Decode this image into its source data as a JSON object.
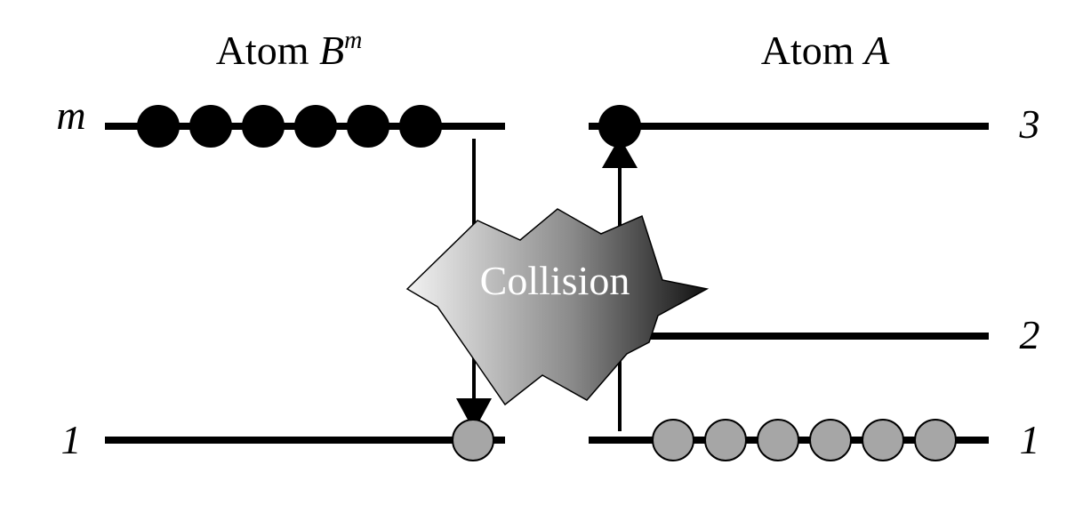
{
  "titles": {
    "left_prefix": "Atom ",
    "left_symbol": "B",
    "left_superscript": "m",
    "right_prefix": "Atom ",
    "right_symbol": "A"
  },
  "levels": {
    "left_top": "m",
    "left_bottom": "1",
    "right_top": "3",
    "right_middle": "2",
    "right_bottom": "1"
  },
  "collision_label": "Collision",
  "population": {
    "atom_b_level_m": 6,
    "atom_b_level_1": 1,
    "atom_a_level_3": 1,
    "atom_a_level_1": 6
  },
  "colors": {
    "line": "#000000",
    "excited_atom": "#000000",
    "ground_atom": "#a6a6a6",
    "collision_gradient_start": "#f2f2f2",
    "collision_gradient_end": "#111111",
    "collision_text": "#ffffff"
  }
}
